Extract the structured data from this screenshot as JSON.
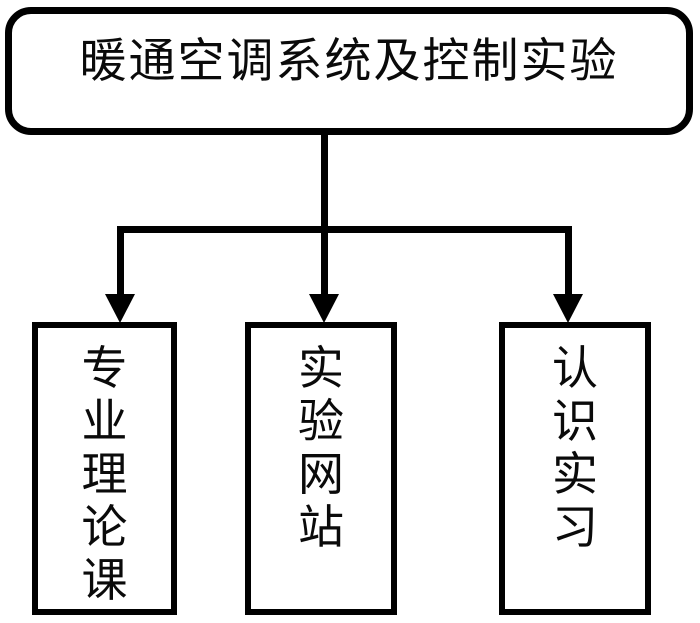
{
  "diagram": {
    "type": "tree-flowchart",
    "orientation": "top-down",
    "root": {
      "id": "root",
      "label": "暖通空调系统及控制实验",
      "shape": "rounded-rectangle",
      "text_direction": "horizontal"
    },
    "children": [
      {
        "id": "leaf-1",
        "label": "专业理论课",
        "chars": [
          "专",
          "业",
          "理",
          "论",
          "课"
        ],
        "shape": "rectangle",
        "text_direction": "vertical"
      },
      {
        "id": "leaf-2",
        "label": "实验网站",
        "chars": [
          "实",
          "验",
          "网",
          "站"
        ],
        "shape": "rectangle",
        "text_direction": "vertical"
      },
      {
        "id": "leaf-3",
        "label": "认识实习",
        "chars": [
          "认",
          "识",
          "实",
          "习"
        ],
        "shape": "rectangle",
        "text_direction": "vertical"
      }
    ],
    "edges": [
      {
        "from": "root",
        "to": "leaf-1",
        "arrow": "down"
      },
      {
        "from": "root",
        "to": "leaf-2",
        "arrow": "down"
      },
      {
        "from": "root",
        "to": "leaf-3",
        "arrow": "down"
      }
    ],
    "colors": {
      "stroke": "#000000",
      "fill": "#ffffff",
      "text": "#0a0a0a"
    }
  }
}
